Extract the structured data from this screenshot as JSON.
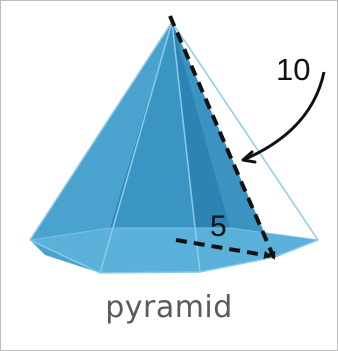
{
  "shape_name": "pyramid",
  "slant_height_label": "10",
  "apothem_label": "5",
  "colors": {
    "face_light": "#5fb0d6",
    "face_mid": "#3f97c4",
    "face_dark": "#2b7fae",
    "face_base": "#56a9d3",
    "edge": "#8ccbe6",
    "dashed_line": "#111111",
    "label_text": "#5a5a5a",
    "frame_border": "#bdbdbd"
  }
}
